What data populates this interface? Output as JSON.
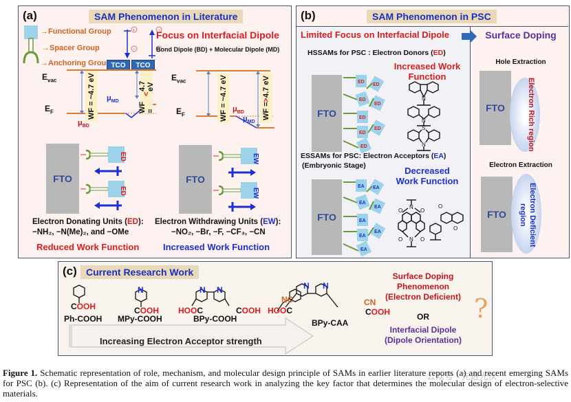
{
  "panel_a": {
    "label": "(a)",
    "banner": "SAM Phenomenon in Literature",
    "legend": {
      "functional": "Functional Group",
      "spacer": "Spacer Group",
      "anchoring": "Anchoring Group"
    },
    "tco": [
      "TCO",
      "TCO"
    ],
    "focus_title": "Focus on Interfacial Dipole",
    "dipole_desc": "Bond Dipole (BD)  + Molecular Dipole (MD)",
    "left_diagram": {
      "evac": "E",
      "evac_sub": "vac",
      "ef": "E",
      "ef_sub": "F",
      "wf1": "WF = ~4.7 eV",
      "wf2_pre": "WF = ",
      "wf2_op": "<",
      "wf2_post": " 4.7 eV",
      "mu_md": "μ",
      "mu_md_sub": "MD",
      "mu_bd": "μ",
      "mu_bd_sub": "BD",
      "fto": "FTO",
      "unit": "ED",
      "title_pre": "Electron Donating Units (",
      "title_abbr": "ED",
      "title_post": "):",
      "examples": "−NH₂, −N(Me)₂, and −OMe",
      "result": "Reduced Work Function"
    },
    "right_diagram": {
      "evac": "E",
      "evac_sub": "vac",
      "ef": "E",
      "ef_sub": "F",
      "wf1": "WF = ~4.7 eV",
      "wf2_pre": "WF = ",
      "wf2_op": ">",
      "wf2_post": " 4.7 eV",
      "mu_md": "μ",
      "mu_md_sub": "MD",
      "mu_bd": "μ",
      "mu_bd_sub": "BD",
      "fto": "FTO",
      "unit": "EW",
      "title_pre": "Electron Withdrawing Units (",
      "title_abbr": "EW",
      "title_post": "):",
      "examples": "−NO₂, −Br, −F, −CF₃, −CN",
      "result": "Increased Work Function"
    }
  },
  "panel_b": {
    "label": "(b)",
    "banner": "SAM Phenomenon in PSC",
    "limited_focus": "Limited Focus on Interfacial Dipole",
    "hs_title_pre": "HSSAMs for PSC :  Electron Donors (",
    "hs_abbr": "ED",
    "hs_title_post": ")",
    "hs_result": "Increased Work Function",
    "es_title_pre": "ESSAMs for PSC: Electron Acceptors  (",
    "es_abbr": "EA",
    "es_title_post": ")",
    "es_stage": "(Embryonic Stage)",
    "es_result": "Decreased Work Function",
    "fto": "FTO",
    "ed_unit": "ED",
    "ea_unit": "EA",
    "surface_doping": "Surface Doping",
    "hole_extraction": "Hole  Extraction",
    "electron_rich": "Electron Rich region",
    "electron_extraction": "Electron Extraction",
    "electron_deficient": "Electron Deficient region",
    "molecule_atoms": {
      "n": "N",
      "s": "S",
      "o": "O"
    }
  },
  "panel_c": {
    "label": "(c)",
    "banner": "Current Research Work",
    "molecules": [
      {
        "name": "Ph-COOH"
      },
      {
        "name": "MPy-COOH"
      },
      {
        "name": "BPy-COOH"
      },
      {
        "name": "BPy-CAA"
      }
    ],
    "groups": {
      "c": "C",
      "ooh": "OOH",
      "hoo": "HOO",
      "nc": "NC",
      "cn": "CN",
      "n": "N"
    },
    "arrow_label": "Increasing Electron Acceptor strength",
    "option1_l1": "Surface Doping",
    "option1_l2": "Phenomenon",
    "option1_l3": "(Electron Deficient)",
    "or": "OR",
    "option2_l1": "Interfacial Dipole",
    "option2_l2": "(Dipole Orientation)",
    "question": "?"
  },
  "caption": {
    "label": "Figure 1.",
    "text": " Schematic representation of role, mechanism, and molecular design principle of SAMs in earlier literature reports (a) and recent emerging SAMs for PSC (b). (c) Representation of the aim of current research work in analyzing the key factor that determines the molecular design of electron-selective materials.",
    "watermark": "公众号 · 先进光伏"
  }
}
